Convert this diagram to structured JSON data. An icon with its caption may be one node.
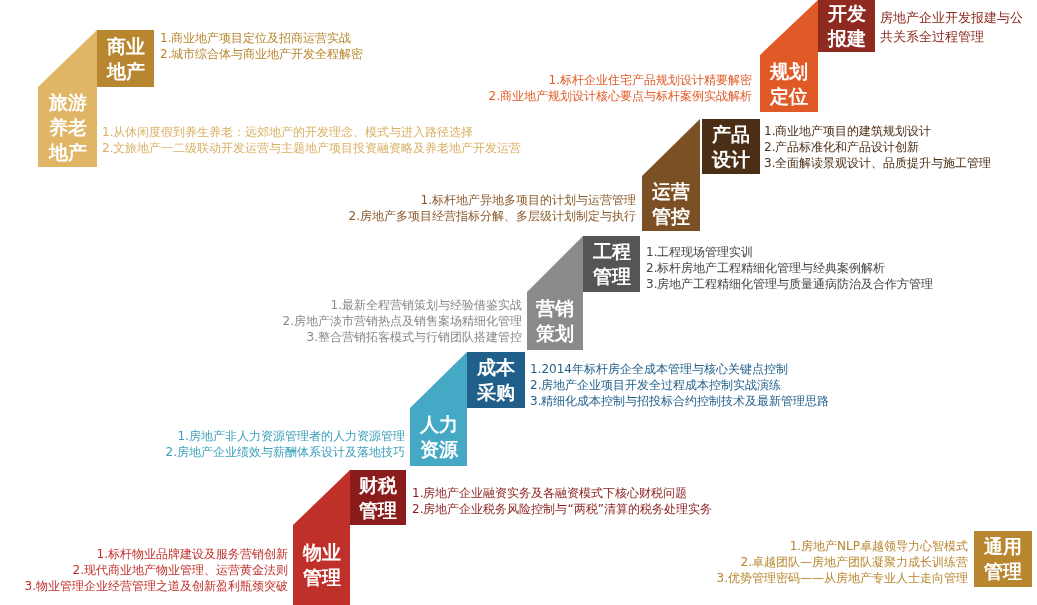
{
  "diagram": {
    "nodes": [
      {
        "text": [
          "商业地产"
        ],
        "beside": [
          "1.商业地产项目定位及招商运营实战",
          "2.城市综合体与商业地产开发全程解密"
        ]
      },
      {
        "text": [
          "旅游养老地产"
        ],
        "beside": [
          "1.从休闲度假到养生养老：远郊地产的开发理念、模式与进入路径选择",
          "2.文旅地产一二级联动开发运营与主题地产项目投资融资略及养老地产开发运营"
        ]
      },
      {
        "text": [
          "开发报建"
        ],
        "beside": [
          "房地产企业开发报建与公共关系全过程管理"
        ]
      },
      {
        "text": [
          "规划定位"
        ],
        "beside": [
          "1.标杆企业住宅产品规划设计精要解密",
          "2.商业地产规划设计核心要点与标杆案例实战解析"
        ]
      },
      {
        "text": [
          "产品设计"
        ],
        "beside": [
          "1.商业地产项目的建筑规划设计",
          "2.产品标准化和产品设计创新",
          "3.全面解读景观设计、品质提升与施工管理"
        ]
      },
      {
        "text": [
          "运营管控"
        ],
        "beside": [
          "1.标杆地产异地多项目的计划与运营管理",
          "2.房地产多项目经营指标分解、多层级计划制定与执行"
        ]
      },
      {
        "text": [
          "工程管理"
        ],
        "beside": [
          "1.工程现场管理实训",
          "2.标杆房地产工程精细化管理与经典案例解析",
          "3.房地产工程精细化管理与质量通病防治及合作方管理"
        ]
      },
      {
        "text": [
          "营销策划"
        ],
        "beside": [
          "1.最新全程营销策划与经验借鉴实战",
          "2.房地产淡市营销热点及销售案场精细化管理",
          "3.整合营销拓客模式与行销团队搭建管控"
        ]
      },
      {
        "text": [
          "成本采购"
        ],
        "beside": [
          "1.2014年标杆房企全成本管理与核心关键点控制",
          "2.房地产企业项目开发全过程成本控制实战演练",
          "3.精细化成本控制与招投标合约控制技术及最新管理思路"
        ]
      },
      {
        "text": [
          "人力资源"
        ],
        "beside": [
          "1.房地产非人力资源管理者的人力资源管理",
          "2.房地产企业绩效与薪酬体系设计及落地技巧"
        ]
      },
      {
        "text": [
          "财税管理"
        ],
        "beside": [
          "1.房地产企业融资实务及各融资模式下核心财税问题",
          "2.房地产企业税务风险控制与“两税”清算的税务处理实务"
        ]
      },
      {
        "text": [
          "物业管理"
        ],
        "beside": [
          "1.标杆物业品牌建设及服务营销创新",
          "2.现代商业地产物业管理、运营黄金法则",
          "3.物业管理企业经营管理之道及创新盈利瓶颈突破"
        ]
      },
      {
        "text": [
          "通用管理"
        ],
        "beside": [
          "1.房地产NLP卓越领导力心智模式",
          "2.卓越团队—房地产团队凝聚力成长训练营",
          "3.优势管理密码——从房地产专业人士走向管理"
        ]
      }
    ]
  }
}
